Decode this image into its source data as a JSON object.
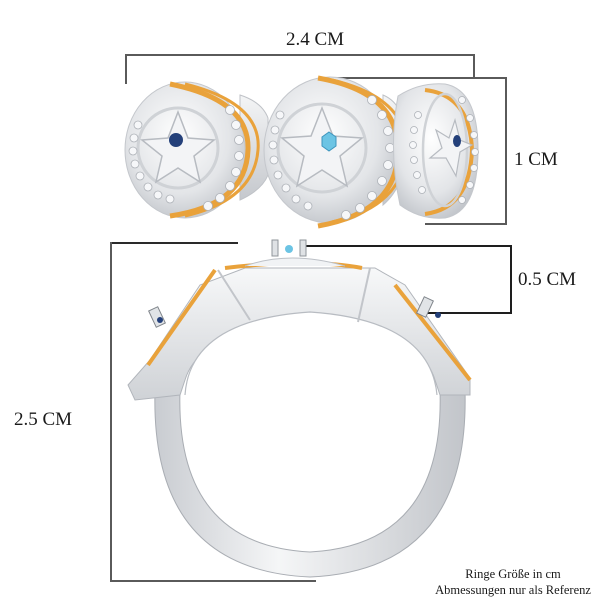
{
  "dimensions": {
    "width_top": {
      "label": "2.4 CM"
    },
    "height_top": {
      "label": "1 CM"
    },
    "head_height": {
      "label": "0.5 CM"
    },
    "ring_height": {
      "label": "2.5 CM"
    }
  },
  "note": {
    "line1": "Ringe Größe in cm",
    "line2": "Abmessungen nur als Referenz"
  },
  "product": {
    "metal_colors": {
      "silver": "#e6e7e9",
      "gold": "#e9a23b",
      "shadow": "#b9bcc1"
    },
    "stones": [
      {
        "position": "left",
        "color": "#24407a"
      },
      {
        "position": "center",
        "color": "#6cc4e4"
      },
      {
        "position": "right",
        "color": "#24407a"
      }
    ],
    "accent_stone_color": "#f4f6f8"
  }
}
